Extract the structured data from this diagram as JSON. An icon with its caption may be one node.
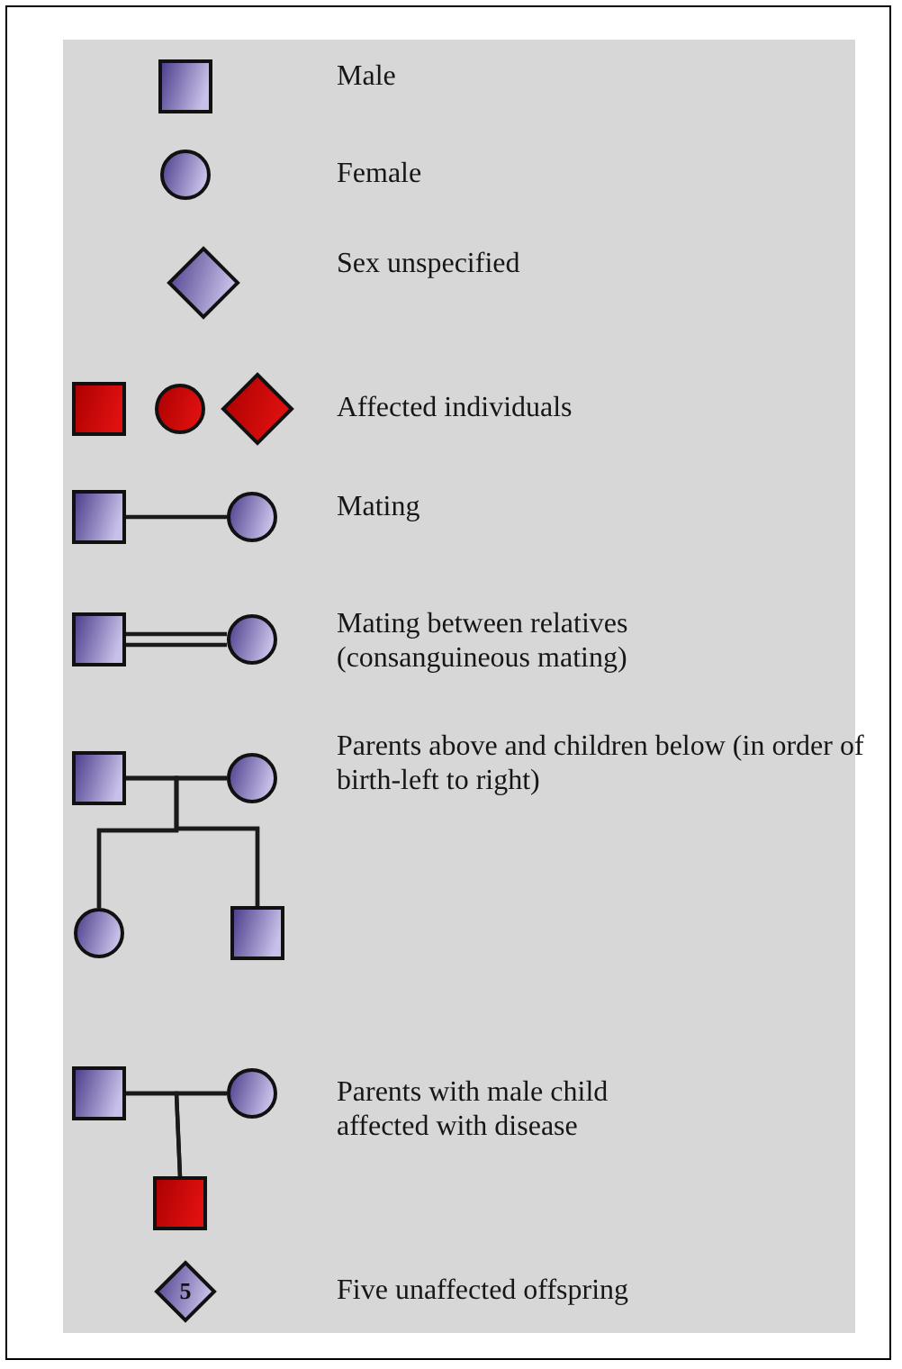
{
  "diagram": {
    "nodes": [
      {
        "text": [],
        "shape": "box"
      },
      {
        "text": [],
        "shape": "circle"
      },
      {
        "text": [],
        "shape": "diamond"
      },
      {
        "text": [],
        "shape": "box"
      },
      {
        "text": [],
        "shape": "circle"
      },
      {
        "text": [],
        "shape": "diamond"
      },
      {
        "text": [],
        "shape": "box"
      },
      {
        "text": [],
        "shape": "circle"
      },
      {
        "text": [],
        "shape": "box"
      },
      {
        "text": [],
        "shape": "circle"
      },
      {
        "text": [],
        "shape": "box"
      },
      {
        "text": [],
        "shape": "circle"
      },
      {
        "text": [],
        "shape": "circle"
      },
      {
        "text": [],
        "shape": "box"
      },
      {
        "text": [],
        "shape": "box"
      },
      {
        "text": [],
        "shape": "circle"
      },
      {
        "text": [],
        "shape": "box"
      },
      {
        "text": [
          "5"
        ]
      }
    ],
    "edges": [
      {
        "from": 6,
        "to": 7,
        "arrow": "none"
      },
      {
        "from": 8,
        "to": 9,
        "arrow": "none"
      },
      {
        "from": 8,
        "to": 9,
        "arrow": "none"
      },
      {
        "from": 10,
        "to": 11,
        "arrow": "none"
      },
      {
        "from": 10,
        "to": 12,
        "arrow": "none"
      },
      {
        "from": 10,
        "to": 13,
        "arrow": "none"
      },
      {
        "from": 11,
        "to": 12,
        "arrow": "none"
      },
      {
        "from": 11,
        "to": 13,
        "arrow": "none"
      },
      {
        "from": 14,
        "to": 15,
        "arrow": "none"
      },
      {
        "from": 14,
        "to": 16,
        "arrow": "none"
      },
      {
        "from": 15,
        "to": 16,
        "arrow": "none"
      }
    ],
    "labels": [
      "Male",
      "Female",
      "Sex unspecified",
      "Affected individuals",
      "Mating",
      "Mating between relatives (consanguineous mating)",
      "Parents above and children below (in order of birth-left to right)",
      "Parents with male child affected with disease",
      "Five unaffected offspring"
    ]
  }
}
